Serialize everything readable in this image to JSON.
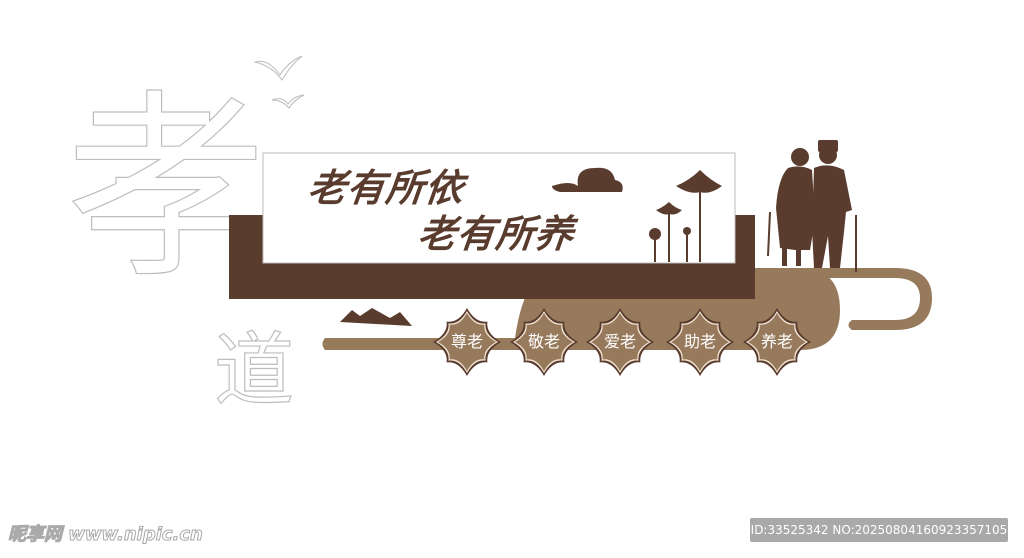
{
  "decor_chars": {
    "big": "孝",
    "small": "道"
  },
  "banner": {
    "line1": "老有所依",
    "line2": "老有所养"
  },
  "badges": [
    "尊老",
    "敬老",
    "爱老",
    "助老",
    "养老"
  ],
  "colors": {
    "dark_brown": "#5a3c2e",
    "light_brown": "#977a5c",
    "outline_gray": "#bdbdbd"
  },
  "watermark": {
    "left": "昵享网 www.nipic.cn",
    "right": "ID:33525342 NO:20250804160923357105"
  }
}
